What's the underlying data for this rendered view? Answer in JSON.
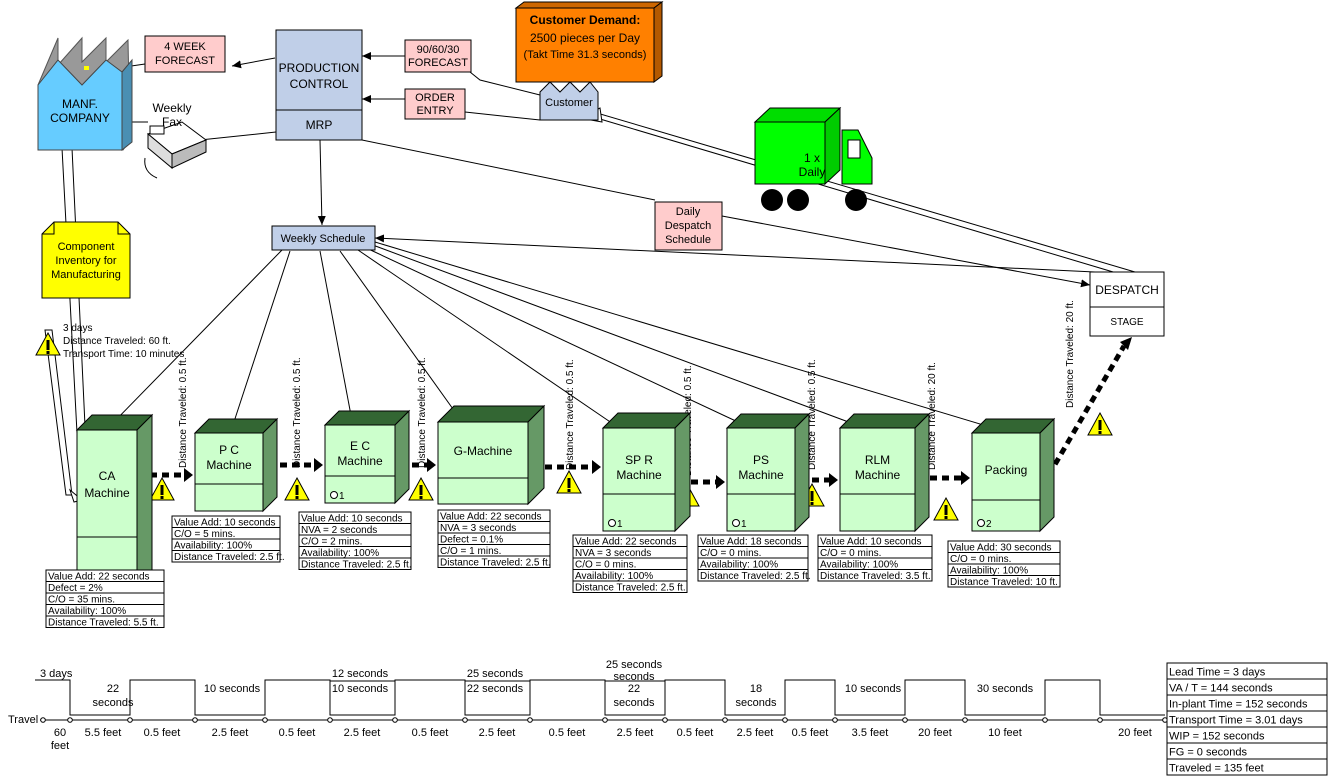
{
  "manf_company": {
    "label_1": "MANF.",
    "label_2": "COMPANY"
  },
  "forecast_4wk": {
    "line1": "4 WEEK",
    "line2": "FORECAST"
  },
  "production_control": {
    "line1": "PRODUCTION",
    "line2": "CONTROL",
    "mrp": "MRP"
  },
  "forecast_90": {
    "line1": "90/60/30",
    "line2": "FORECAST"
  },
  "order_entry": {
    "line1": "ORDER",
    "line2": "ENTRY"
  },
  "customer_demand": {
    "line1": "Customer Demand:",
    "line2": "2500 pieces per Day",
    "line3": "(Takt Time 31.3 seconds)"
  },
  "customer": {
    "label": "Customer"
  },
  "weekly_fax": {
    "line1": "Weekly",
    "line2": "Fax"
  },
  "truck": {
    "line1": "1 x",
    "line2": "Daily"
  },
  "daily_despatch": {
    "line1": "Daily",
    "line2": "Despatch",
    "line3": "Schedule"
  },
  "weekly_schedule": {
    "label": "Weekly Schedule"
  },
  "component_inventory": {
    "line1": "Component",
    "line2": "Inventory for",
    "line3": "Manufacturing"
  },
  "inventory_note": {
    "line1": "3 days",
    "line2": "Distance Traveled: 60 ft.",
    "line3": "Transport Time: 10 minutes"
  },
  "despatch": {
    "label": "DESPATCH",
    "stage": "STAGE"
  },
  "processes": [
    {
      "line1": "CA",
      "line2": "Machine",
      "operators": "",
      "data": [
        "Value Add: 22 seconds",
        "Defect = 2%",
        "C/O = 35 mins.",
        "Availability: 100%",
        "Distance Traveled: 5.5 ft."
      ]
    },
    {
      "line1": "P C",
      "line2": "Machine",
      "operators": "",
      "data": [
        "Value Add: 10 seconds",
        "C/O = 5 mins.",
        "Availability: 100%",
        "Distance Traveled: 2.5 ft."
      ]
    },
    {
      "line1": "E C",
      "line2": "Machine",
      "operators": "1",
      "data": [
        "Value Add: 10 seconds",
        "NVA = 2 seconds",
        "C/O = 2 mins.",
        "Availability: 100%",
        "Distance Traveled: 2.5 ft."
      ]
    },
    {
      "line1": "G-Machine",
      "line2": "",
      "operators": "",
      "data": [
        "Value Add: 22 seconds",
        "NVA = 3 seconds",
        "Defect = 0.1%",
        "C/O = 1 mins.",
        "Distance Traveled: 2.5 ft."
      ]
    },
    {
      "line1": "SP R",
      "line2": "Machine",
      "operators": "1",
      "data": [
        "Value Add: 22 seconds",
        "NVA = 3 seconds",
        "C/O = 0 mins.",
        "Availability: 100%",
        "Distance Traveled: 2.5 ft."
      ]
    },
    {
      "line1": "PS",
      "line2": "Machine",
      "operators": "1",
      "data": [
        "Value Add: 18 seconds",
        "C/O = 0 mins.",
        "Availability: 100%",
        "Distance Traveled: 2.5 ft."
      ]
    },
    {
      "line1": "RLM",
      "line2": "Machine",
      "operators": "",
      "data": [
        "Value Add: 10 seconds",
        "C/O = 0 mins.",
        "Availability: 100%",
        "Distance Traveled: 3.5 ft."
      ]
    },
    {
      "line1": "Packing",
      "line2": "",
      "operators": "2",
      "data": [
        "Value Add: 30 seconds",
        "C/O = 0 mins.",
        "Availability: 100%",
        "Distance Traveled: 10 ft."
      ]
    }
  ],
  "distance_labels": [
    "Distance Traveled: 0.5 ft.",
    "Distance Traveled: 0.5 ft.",
    "Distance Traveled: 0.5 ft.",
    "Distance Traveled: 0.5 ft.",
    "Distance Traveled: 0.5 ft.",
    "Distance Traveled: 0.5 ft.",
    "Distance Traveled: 20 ft.",
    "Distance Traveled: 20 ft."
  ],
  "timeline": {
    "upper": [
      "3 days",
      "12 seconds",
      "25 seconds",
      "25 seconds"
    ],
    "lower": [
      "22 seconds",
      "10 seconds",
      "10 seconds",
      "22 seconds",
      "22 seconds",
      "18 seconds",
      "10 seconds",
      "30 seconds"
    ],
    "travel_label": "Travel",
    "travel": [
      "60 feet",
      "5.5 feet",
      "0.5 feet",
      "2.5 feet",
      "0.5 feet",
      "2.5 feet",
      "0.5 feet",
      "2.5 feet",
      "0.5 feet",
      "2.5 feet",
      "0.5 feet",
      "2.5 feet",
      "0.5 feet",
      "3.5 feet",
      "20 feet",
      "10 feet",
      "20 feet"
    ]
  },
  "summary": [
    "Lead Time = 3 days",
    "VA / T = 144 seconds",
    "In-plant Time = 152 seconds",
    "Transport Time = 3.01 days",
    "WIP = 152 seconds",
    "FG = 0 seconds",
    "Traveled = 135 feet"
  ],
  "colors": {
    "process": "#ccffcc",
    "process_top": "#336633",
    "process_side": "#669966",
    "factory": "#66ccff",
    "kanban": "#ffcccc",
    "demand": "#ff8000",
    "truck": "#00ff00",
    "inventory": "#ffff00",
    "control": "#c0cfe8",
    "warning": "#ffff00"
  }
}
